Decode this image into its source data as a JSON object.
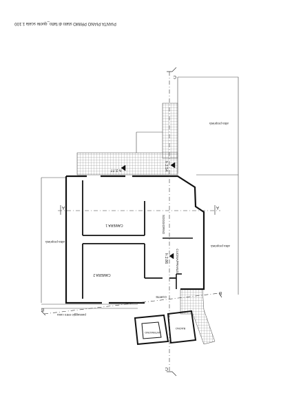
{
  "title": "PIANTA PIANO PRIMO stato di fatto_quote scala 1:100",
  "labels": {
    "altra_proprieta": "altra proprietà",
    "camera1": "CAMERA 1",
    "camera2": "CAMERA 2",
    "soggiorno": "SOGGIORNO",
    "cucina": "CUCINA/PRANZO",
    "corte": "CORTE",
    "antibagno": "ANTIBAGNO",
    "bagno": "BAGNO",
    "passaggio": "passaggio retro casa"
  },
  "heights": {
    "h277": "h 2.77",
    "h254": "h 2.54",
    "h286": "h 2.86"
  },
  "section_marks": {
    "a": "A",
    "b": "B",
    "c": "C"
  }
}
